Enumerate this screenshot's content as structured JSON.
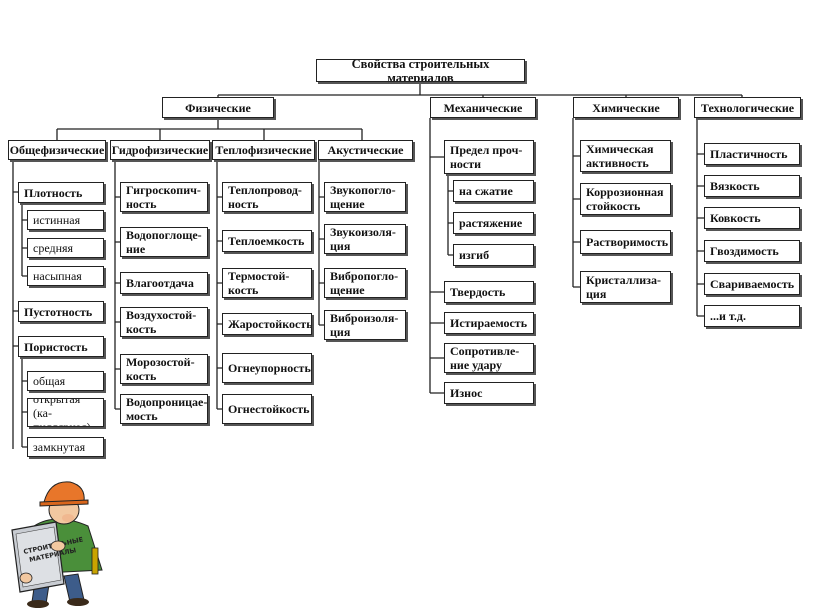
{
  "root": "Свойства строительных материалов",
  "categories": {
    "physical": "Физические",
    "mechanical": "Механические",
    "chemical": "Химические",
    "technological": "Технологические"
  },
  "physical_groups": {
    "general": "Общефизические",
    "hydro": "Гидрофизические",
    "thermo": "Теплофизические",
    "acoustic": "Акустические"
  },
  "general_items": {
    "density": "Плотность",
    "density_true": "истинная",
    "density_avg": "средняя",
    "density_bulk": "насыпная",
    "voidness": "Пустотность",
    "porosity": "Пористость",
    "porosity_total": "общая",
    "porosity_open": "открытая (ка-пиллярная)",
    "porosity_closed": "замкнутая"
  },
  "hydro_items": [
    "Гигроскопич-ность",
    "Водопоглоще-ние",
    "Влагоотдача",
    "Воздухостой-кость",
    "Морозостой-кость",
    "Водопроницае-мость"
  ],
  "thermo_items": [
    "Теплопровод-ность",
    "Теплоемкость",
    "Термостой-кость",
    "Жаростойкость",
    "Огнеупорность",
    "Огнестойкость"
  ],
  "acoustic_items": [
    "Звукопогло-щение",
    "Звукоизоля-ция",
    "Вибропогло-щение",
    "Виброизоля-ция"
  ],
  "mechanical_items": {
    "strength": "Предел проч-ности",
    "compression": "на сжатие",
    "tension": "растяжение",
    "bending": "изгиб",
    "hardness": "Твердость",
    "abrasion": "Истираемость",
    "impact": "Сопротивле-ние удару",
    "wear": "Износ"
  },
  "chemical_items": [
    "Химическая активность",
    "Коррозионная стойкость",
    "Растворимость",
    "Кристаллиза-ция"
  ],
  "technological_items": [
    "Пластичность",
    "Вязкость",
    "Ковкость",
    "Гвоздимость",
    "Свариваемость",
    "...и т.д."
  ],
  "illustration": {
    "book_title": "СТРОИТЕЛЬНЫЕ МАТЕРИАЛЫ",
    "helmet_color": "#e8762a",
    "jacket_color": "#4a8f3a"
  }
}
